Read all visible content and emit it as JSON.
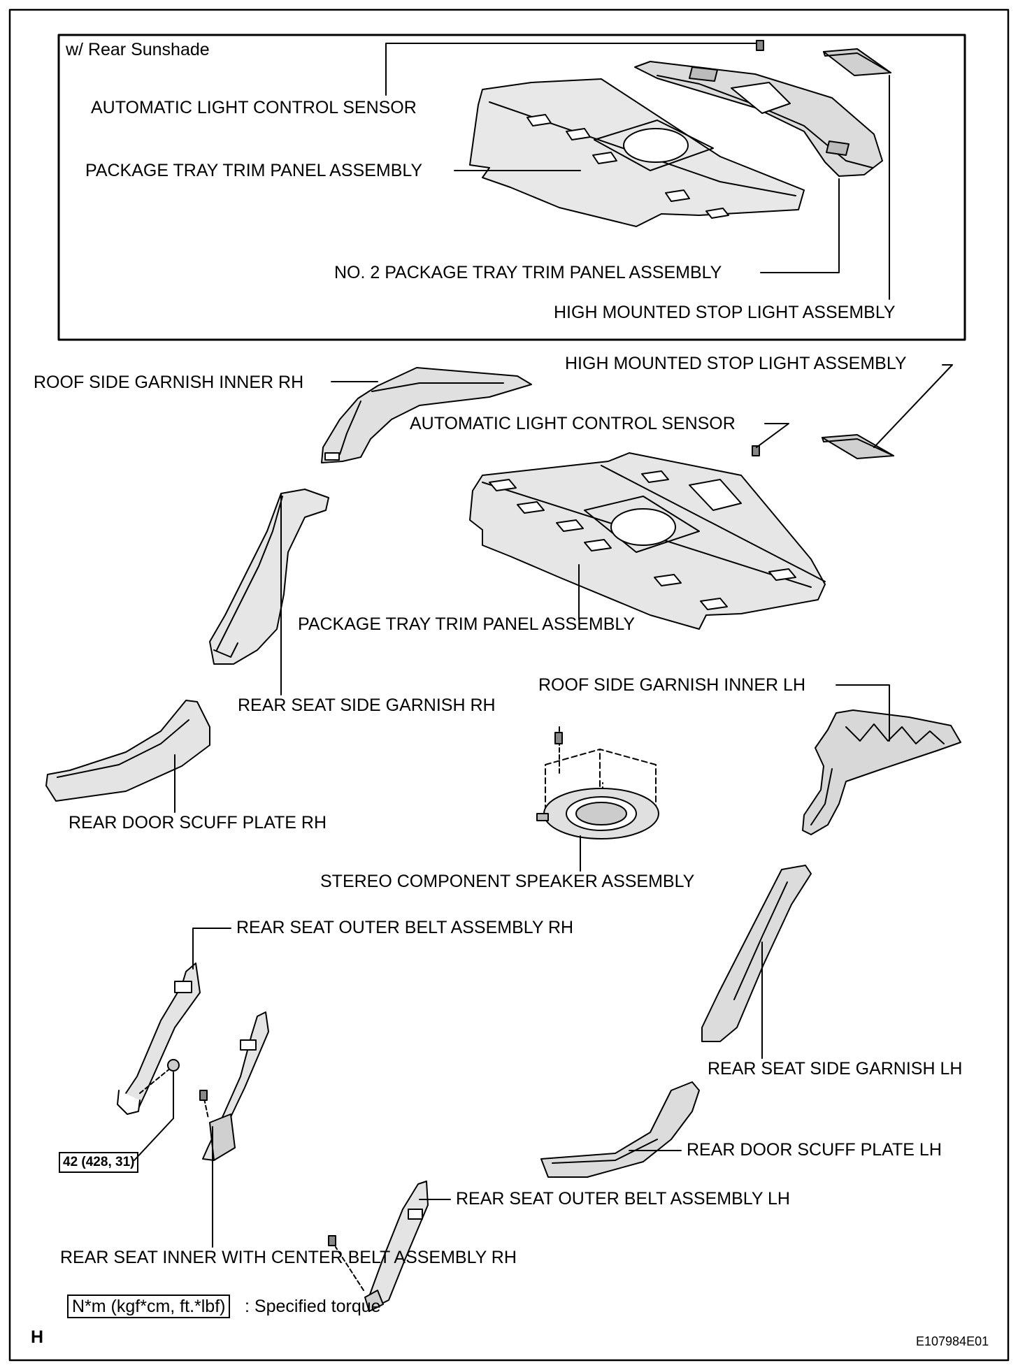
{
  "inset": {
    "title": "w/ Rear Sunshade",
    "labels": {
      "auto_light_sensor": "AUTOMATIC LIGHT CONTROL SENSOR",
      "package_tray": "PACKAGE TRAY TRIM PANEL ASSEMBLY",
      "no2_package_tray": "NO. 2 PACKAGE TRAY TRIM PANEL ASSEMBLY",
      "hmsl": "HIGH MOUNTED STOP LIGHT ASSEMBLY"
    }
  },
  "main": {
    "labels": {
      "roof_garnish_rh": "ROOF SIDE GARNISH INNER RH",
      "hmsl": "HIGH MOUNTED STOP LIGHT ASSEMBLY",
      "auto_light_sensor": "AUTOMATIC LIGHT CONTROL SENSOR",
      "package_tray": "PACKAGE TRAY TRIM PANEL ASSEMBLY",
      "side_garnish_rh": "REAR SEAT SIDE GARNISH RH",
      "roof_garnish_lh": "ROOF SIDE GARNISH INNER LH",
      "scuff_rh": "REAR DOOR SCUFF PLATE RH",
      "speaker": "STEREO COMPONENT SPEAKER ASSEMBLY",
      "outer_belt_rh": "REAR SEAT OUTER BELT ASSEMBLY RH",
      "side_garnish_lh": "REAR SEAT SIDE GARNISH LH",
      "scuff_lh": "REAR DOOR SCUFF PLATE LH",
      "outer_belt_lh": "REAR SEAT OUTER BELT ASSEMBLY LH",
      "inner_center_belt_rh": "REAR SEAT INNER WITH CENTER BELT ASSEMBLY RH"
    },
    "torque": "42 (428, 31)"
  },
  "legend": {
    "box": "N*m (kgf*cm, ft.*lbf)",
    "text": ": Specified torque"
  },
  "footer": {
    "left_code": "H",
    "drawing_id": "E107984E01"
  }
}
